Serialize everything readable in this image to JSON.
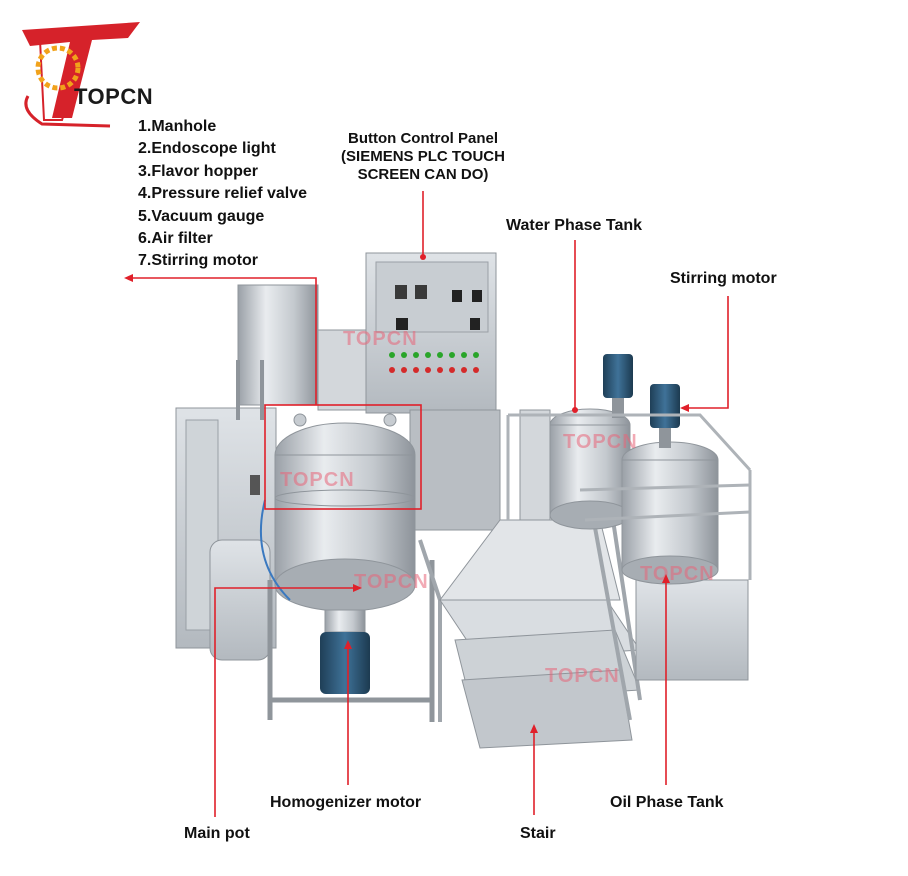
{
  "brand": {
    "name": "TOPCN",
    "logo_color": "#d6222a"
  },
  "watermark": "TOPCN",
  "accessory_list": [
    "1.Manhole",
    "2.Endoscope light",
    "3.Flavor hopper",
    "4.Pressure relief valve",
    "5.Vacuum gauge",
    "6.Air filter",
    "7.Stirring motor"
  ],
  "labels": {
    "control_panel_line1": "Button Control Panel",
    "control_panel_line2": "(SIEMENS PLC TOUCH",
    "control_panel_line3": "SCREEN  CAN DO)",
    "water_phase_tank": "Water Phase Tank",
    "stirring_motor": "Stirring motor",
    "homogenizer_motor": "Homogenizer motor",
    "oil_phase_tank": "Oil Phase Tank",
    "main_pot": "Main pot",
    "stair": "Stair"
  },
  "colors": {
    "callout": "#e0202a",
    "steel": "#c9cdd2",
    "motor": "#2f5d7c"
  }
}
